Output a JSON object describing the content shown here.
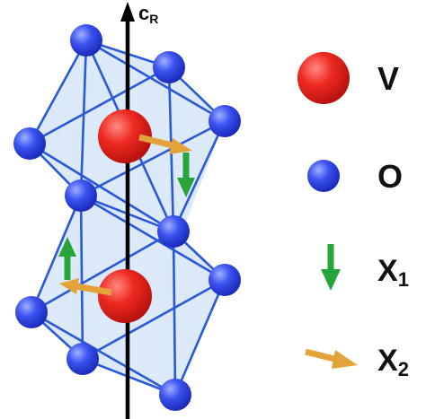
{
  "axis": {
    "label_main": "c",
    "label_sub": "R"
  },
  "legend": {
    "v": {
      "label": "V"
    },
    "o": {
      "label": "O"
    },
    "x1": {
      "label_main": "X",
      "label_sub": "1"
    },
    "x2": {
      "label_main": "X",
      "label_sub": "2"
    }
  },
  "colors": {
    "vanadium": "#e8211c",
    "oxygen": "#2f45e6",
    "bond": "#2a58d8",
    "polyhedron_fill": "#cfe1f7",
    "x1_arrow": "#27a43a",
    "x2_arrow": "#e3a33a",
    "axis": "#000000"
  }
}
